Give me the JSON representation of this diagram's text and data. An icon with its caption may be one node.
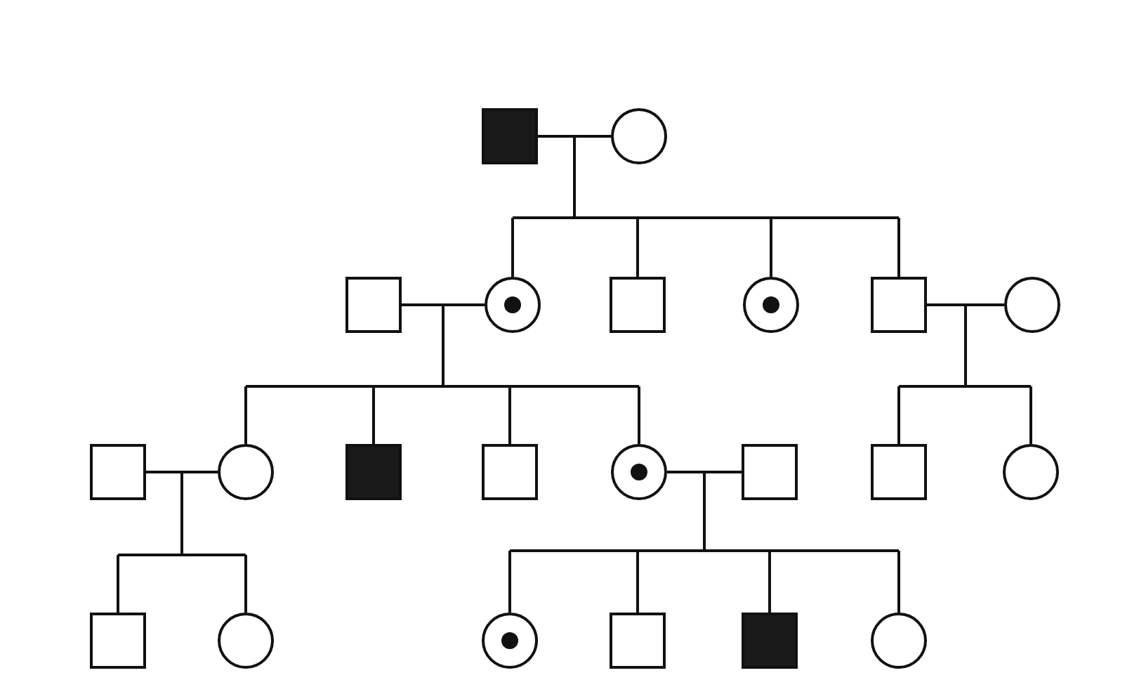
{
  "diagram": {
    "nodes": [
      {
        "text": [],
        "shape": "filled-square"
      },
      {
        "text": [],
        "shape": "circle"
      },
      {
        "text": [],
        "shape": "square"
      },
      {
        "text": [],
        "shape": "dotted-circle"
      },
      {
        "text": [],
        "shape": "square"
      },
      {
        "text": [],
        "shape": "dotted-circle"
      },
      {
        "text": [],
        "shape": "square"
      },
      {
        "text": [],
        "shape": "circle"
      },
      {
        "text": [],
        "shape": "square"
      },
      {
        "text": [],
        "shape": "circle"
      },
      {
        "text": [],
        "shape": "filled-square"
      },
      {
        "text": [],
        "shape": "square"
      },
      {
        "text": [],
        "shape": "dotted-circle"
      },
      {
        "text": [],
        "shape": "square"
      },
      {
        "text": [],
        "shape": "square"
      },
      {
        "text": [],
        "shape": "circle"
      },
      {
        "text": [],
        "shape": "square"
      },
      {
        "text": [],
        "shape": "circle"
      },
      {
        "text": [],
        "shape": "dotted-circle"
      },
      {
        "text": [],
        "shape": "square"
      },
      {
        "text": [],
        "shape": "filled-square"
      },
      {
        "text": [],
        "shape": "circle"
      }
    ],
    "edges": [
      {
        "from": 0,
        "to": 1,
        "arrow": "none"
      },
      {
        "from": 0,
        "to": 3,
        "arrow": "none"
      },
      {
        "from": 0,
        "to": 4,
        "arrow": "none"
      },
      {
        "from": 0,
        "to": 5,
        "arrow": "none"
      },
      {
        "from": 0,
        "to": 6,
        "arrow": "none"
      },
      {
        "from": 1,
        "to": 3,
        "arrow": "none"
      },
      {
        "from": 1,
        "to": 4,
        "arrow": "none"
      },
      {
        "from": 1,
        "to": 5,
        "arrow": "none"
      },
      {
        "from": 1,
        "to": 6,
        "arrow": "none"
      },
      {
        "from": 2,
        "to": 3,
        "arrow": "none"
      },
      {
        "from": 2,
        "to": 9,
        "arrow": "none"
      },
      {
        "from": 2,
        "to": 10,
        "arrow": "none"
      },
      {
        "from": 2,
        "to": 11,
        "arrow": "none"
      },
      {
        "from": 2,
        "to": 12,
        "arrow": "none"
      },
      {
        "from": 3,
        "to": 9,
        "arrow": "none"
      },
      {
        "from": 3,
        "to": 10,
        "arrow": "none"
      },
      {
        "from": 3,
        "to": 11,
        "arrow": "none"
      },
      {
        "from": 3,
        "to": 12,
        "arrow": "none"
      },
      {
        "from": 6,
        "to": 7,
        "arrow": "none"
      },
      {
        "from": 6,
        "to": 14,
        "arrow": "none"
      },
      {
        "from": 6,
        "to": 15,
        "arrow": "none"
      },
      {
        "from": 7,
        "to": 14,
        "arrow": "none"
      },
      {
        "from": 7,
        "to": 15,
        "arrow": "none"
      },
      {
        "from": 8,
        "to": 9,
        "arrow": "none"
      },
      {
        "from": 8,
        "to": 16,
        "arrow": "none"
      },
      {
        "from": 8,
        "to": 17,
        "arrow": "none"
      },
      {
        "from": 9,
        "to": 16,
        "arrow": "none"
      },
      {
        "from": 9,
        "to": 17,
        "arrow": "none"
      },
      {
        "from": 12,
        "to": 13,
        "arrow": "none"
      },
      {
        "from": 12,
        "to": 18,
        "arrow": "none"
      },
      {
        "from": 12,
        "to": 19,
        "arrow": "none"
      },
      {
        "from": 12,
        "to": 20,
        "arrow": "none"
      },
      {
        "from": 12,
        "to": 21,
        "arrow": "none"
      },
      {
        "from": 13,
        "to": 18,
        "arrow": "none"
      },
      {
        "from": 13,
        "to": 19,
        "arrow": "none"
      },
      {
        "from": 13,
        "to": 20,
        "arrow": "none"
      },
      {
        "from": 13,
        "to": 21,
        "arrow": "none"
      }
    ]
  }
}
